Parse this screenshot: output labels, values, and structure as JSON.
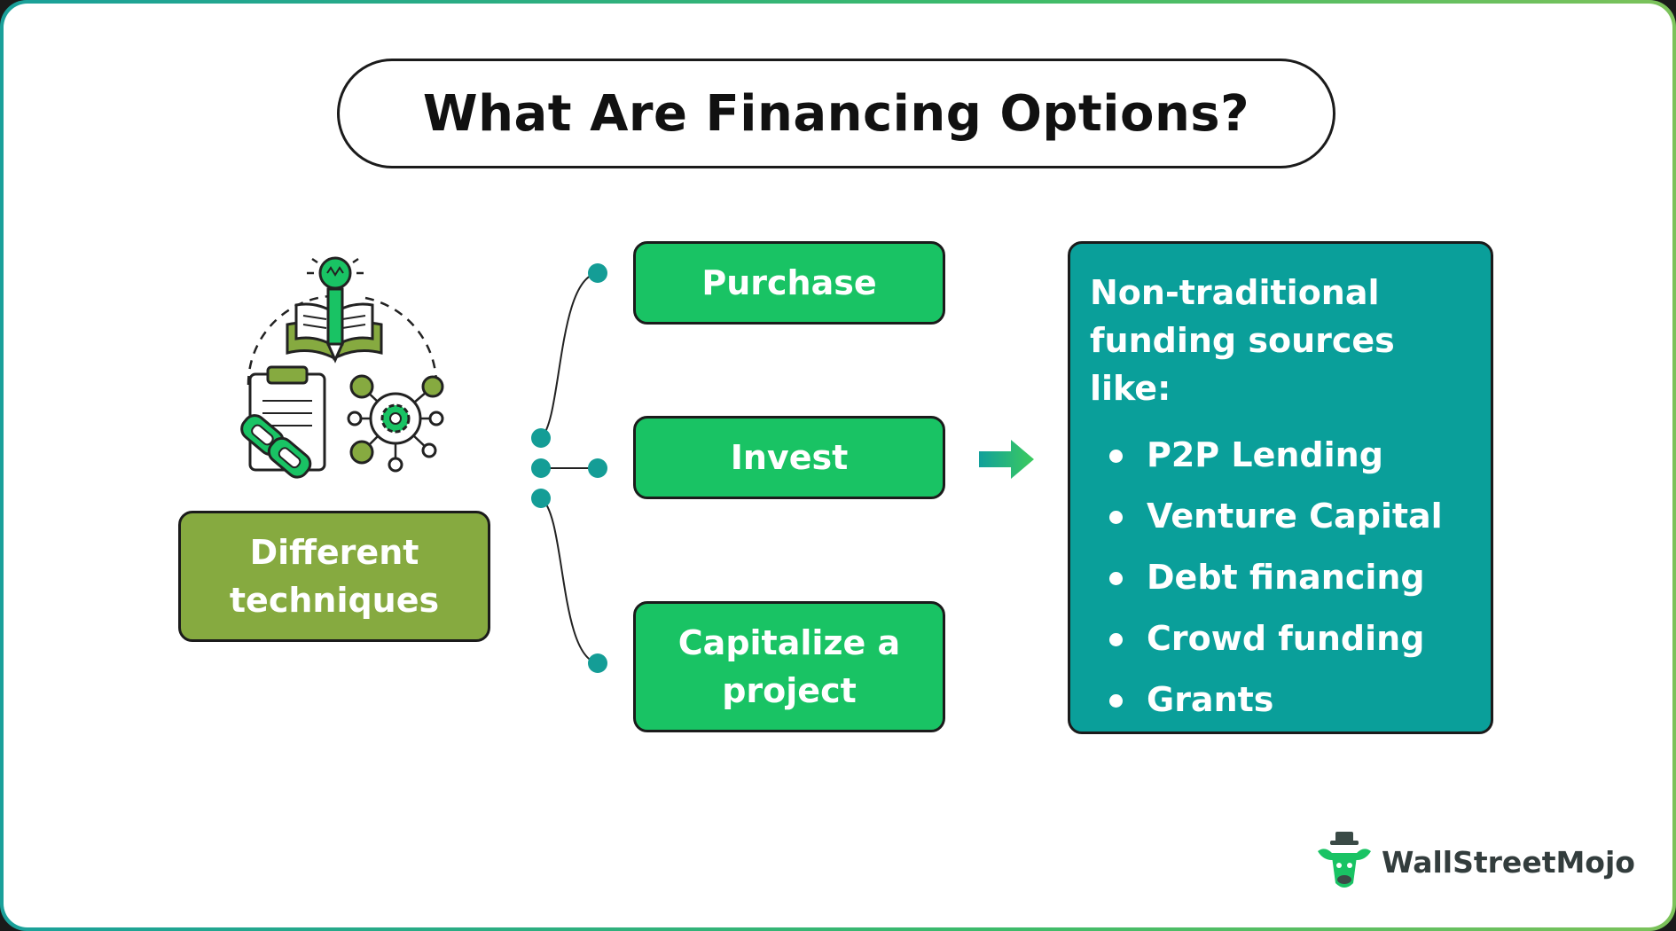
{
  "title": "What Are Financing Options?",
  "left_box": {
    "line1": "Different",
    "line2": "techniques"
  },
  "options": [
    {
      "line1": "Purchase",
      "line2": ""
    },
    {
      "line1": "Invest",
      "line2": ""
    },
    {
      "line1": "Capitalize a",
      "line2": "project"
    }
  ],
  "right_panel": {
    "heading_line1": "Non-traditional",
    "heading_line2": "funding sources like:",
    "items": [
      "P2P Lending",
      "Venture Capital",
      "Debt financing",
      "Crowd funding",
      "Grants"
    ]
  },
  "logo": {
    "text": "WallStreetMojo",
    "icon": "bull-logo-icon"
  },
  "icons": {
    "illustration": "ideas-techniques-icon",
    "arrow": "right-arrow-icon"
  },
  "colors": {
    "olive": "#86aa40",
    "green": "#19c364",
    "teal": "#0a9f9a",
    "connector_dot": "#149d96"
  }
}
